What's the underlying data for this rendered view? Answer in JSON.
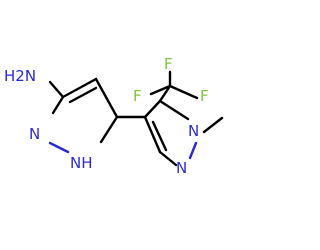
{
  "atoms": {
    "amine": "H2N",
    "n_a": "N",
    "nh": "NH",
    "n_b": "N",
    "n_c": "N",
    "f1": "F",
    "f2": "F",
    "f3": "F"
  },
  "colors": {
    "bond": "#000000",
    "nitrogen": "#2a2ad2",
    "fluorine": "#7fc63a"
  }
}
